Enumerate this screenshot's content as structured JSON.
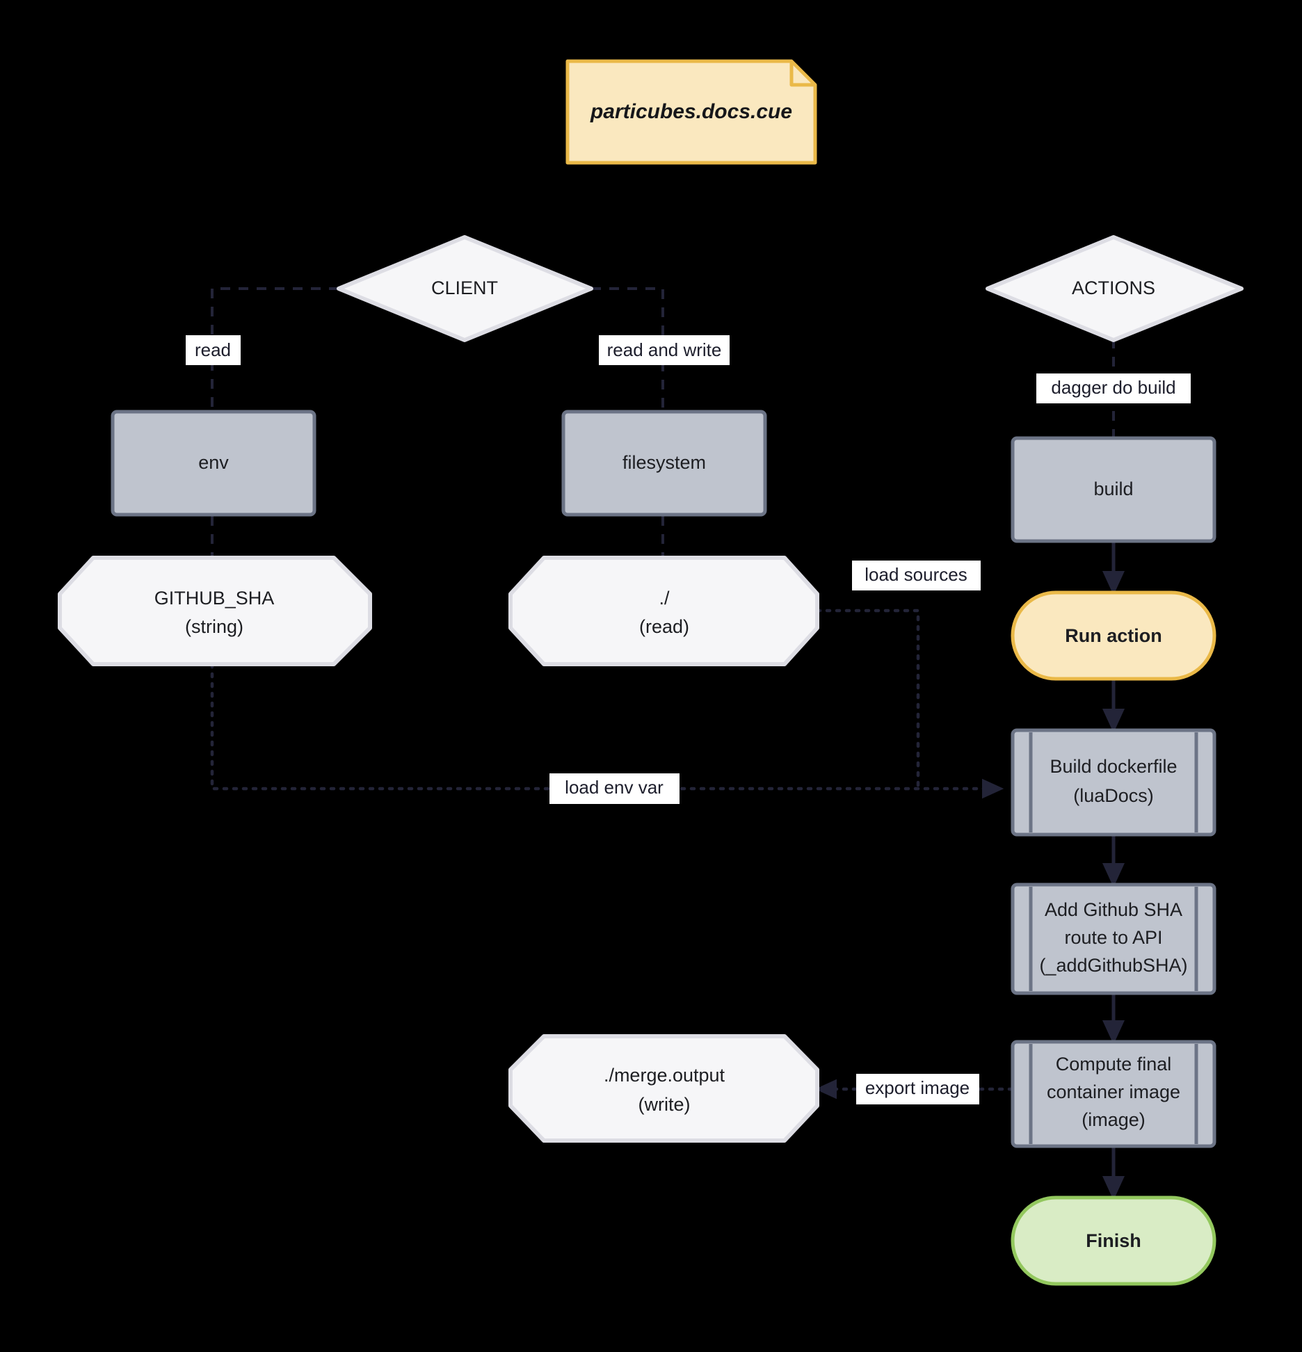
{
  "diagram": {
    "title_note": "particubes.docs.cue",
    "background_color": "#000000",
    "palette": {
      "note_fill": "#fae8bf",
      "note_border": "#eab948",
      "gray_fill": "#bfc4ce",
      "gray_border": "#6c7486",
      "light_fill": "#f6f6f8",
      "light_border": "#dddde4",
      "green_fill": "#d9ecc5",
      "green_border": "#93c85e",
      "edge_color": "#232438",
      "label_bg": "#ffffff"
    },
    "nodes": [
      {
        "id": "note",
        "label": "particubes.docs.cue",
        "shape": "note"
      },
      {
        "id": "client",
        "label": "CLIENT",
        "shape": "diamond"
      },
      {
        "id": "actions",
        "label": "ACTIONS",
        "shape": "diamond"
      },
      {
        "id": "env",
        "label": "env",
        "shape": "rect"
      },
      {
        "id": "filesystem",
        "label": "filesystem",
        "shape": "rect"
      },
      {
        "id": "build",
        "label": "build",
        "shape": "rect"
      },
      {
        "id": "github_sha",
        "label_line1": "GITHUB_SHA",
        "label_line2": "(string)",
        "shape": "octagon"
      },
      {
        "id": "dot_read",
        "label_line1": "./",
        "label_line2": "(read)",
        "shape": "octagon"
      },
      {
        "id": "merge_out",
        "label_line1": "./merge.output",
        "label_line2": "(write)",
        "shape": "octagon"
      },
      {
        "id": "run_action",
        "label": "Run action",
        "shape": "stadium"
      },
      {
        "id": "finish",
        "label": "Finish",
        "shape": "stadium"
      },
      {
        "id": "build_dockerfile",
        "label_line1": "Build dockerfile",
        "label_line2": "(luaDocs)",
        "shape": "subroutine"
      },
      {
        "id": "add_sha",
        "label_line1": "Add Github SHA",
        "label_line2": "route to API",
        "label_line3": "(_addGithubSHA)",
        "shape": "subroutine"
      },
      {
        "id": "compute_img",
        "label_line1": "Compute final",
        "label_line2": "container image",
        "label_line3": "(image)",
        "shape": "subroutine"
      }
    ],
    "edge_labels": {
      "read": "read",
      "read_and_write": "read and write",
      "dagger_do_build": "dagger do build",
      "load_sources": "load sources",
      "load_env_var": "load env var",
      "export_image": "export image"
    }
  }
}
